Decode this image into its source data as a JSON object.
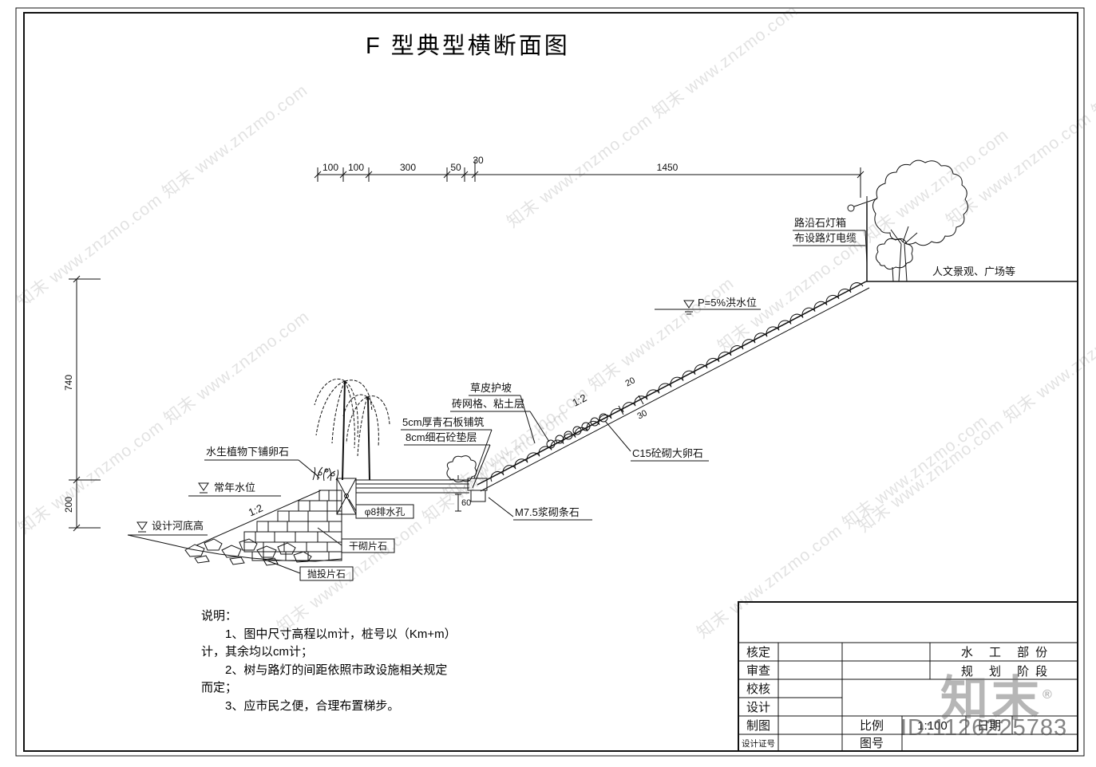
{
  "title": "F 型典型横断面图",
  "drawing": {
    "dims_top": [
      "100",
      "100",
      "300",
      "50",
      "30",
      "1450"
    ],
    "dims_left": [
      "740",
      "200"
    ],
    "dim_20": "20",
    "dim_30": "30",
    "dim_60": "60",
    "slope_right_label": "1:2",
    "slope_left_label": "1:2",
    "labels": {
      "curb_light_box": "路沿石灯箱",
      "lamp_cable": "布设路灯电缆",
      "landscape": "人文景观、广场等",
      "flood_level": "P=5%洪水位",
      "turf_slope": "草皮护坡",
      "brick_clay": "砖网格、粘土层",
      "bluestone": "5cm厚青石板铺筑",
      "cushion": "8cm细石砼垫层",
      "aquatic": "水生植物下铺卵石",
      "normal_water": "常年水位",
      "riverbed": "设计河底高",
      "drain": "φ8排水孔",
      "dry_stone": "干砌片石",
      "riprap": "抛投片石",
      "cobble": "C15砼砌大卵石",
      "strip_stone": "M7.5浆砌条石"
    }
  },
  "notes": {
    "heading": "说明：",
    "items": [
      "1、图中尺寸高程以m计，桩号以（Km+m）计，其余均以cm计；",
      "2、树与路灯的间距依照市政设施相关规定而定；",
      "3、应市民之便，合理布置梯步。"
    ]
  },
  "title_block": {
    "approved": "核定",
    "review": "审查",
    "check": "校核",
    "design": "设计",
    "draft": "制图",
    "cert": "设计证号",
    "dept": "水 工 部份",
    "stage": "规 划 阶段",
    "scale_label": "比例",
    "scale_value": "1:100",
    "date_label": "日期",
    "sheet_label": "图号"
  },
  "watermark": {
    "stripe": "知末 www.znzmo.com 知末 www.znzmo.com",
    "logo": "知末",
    "reg": "®",
    "id": "ID:1126225783"
  }
}
